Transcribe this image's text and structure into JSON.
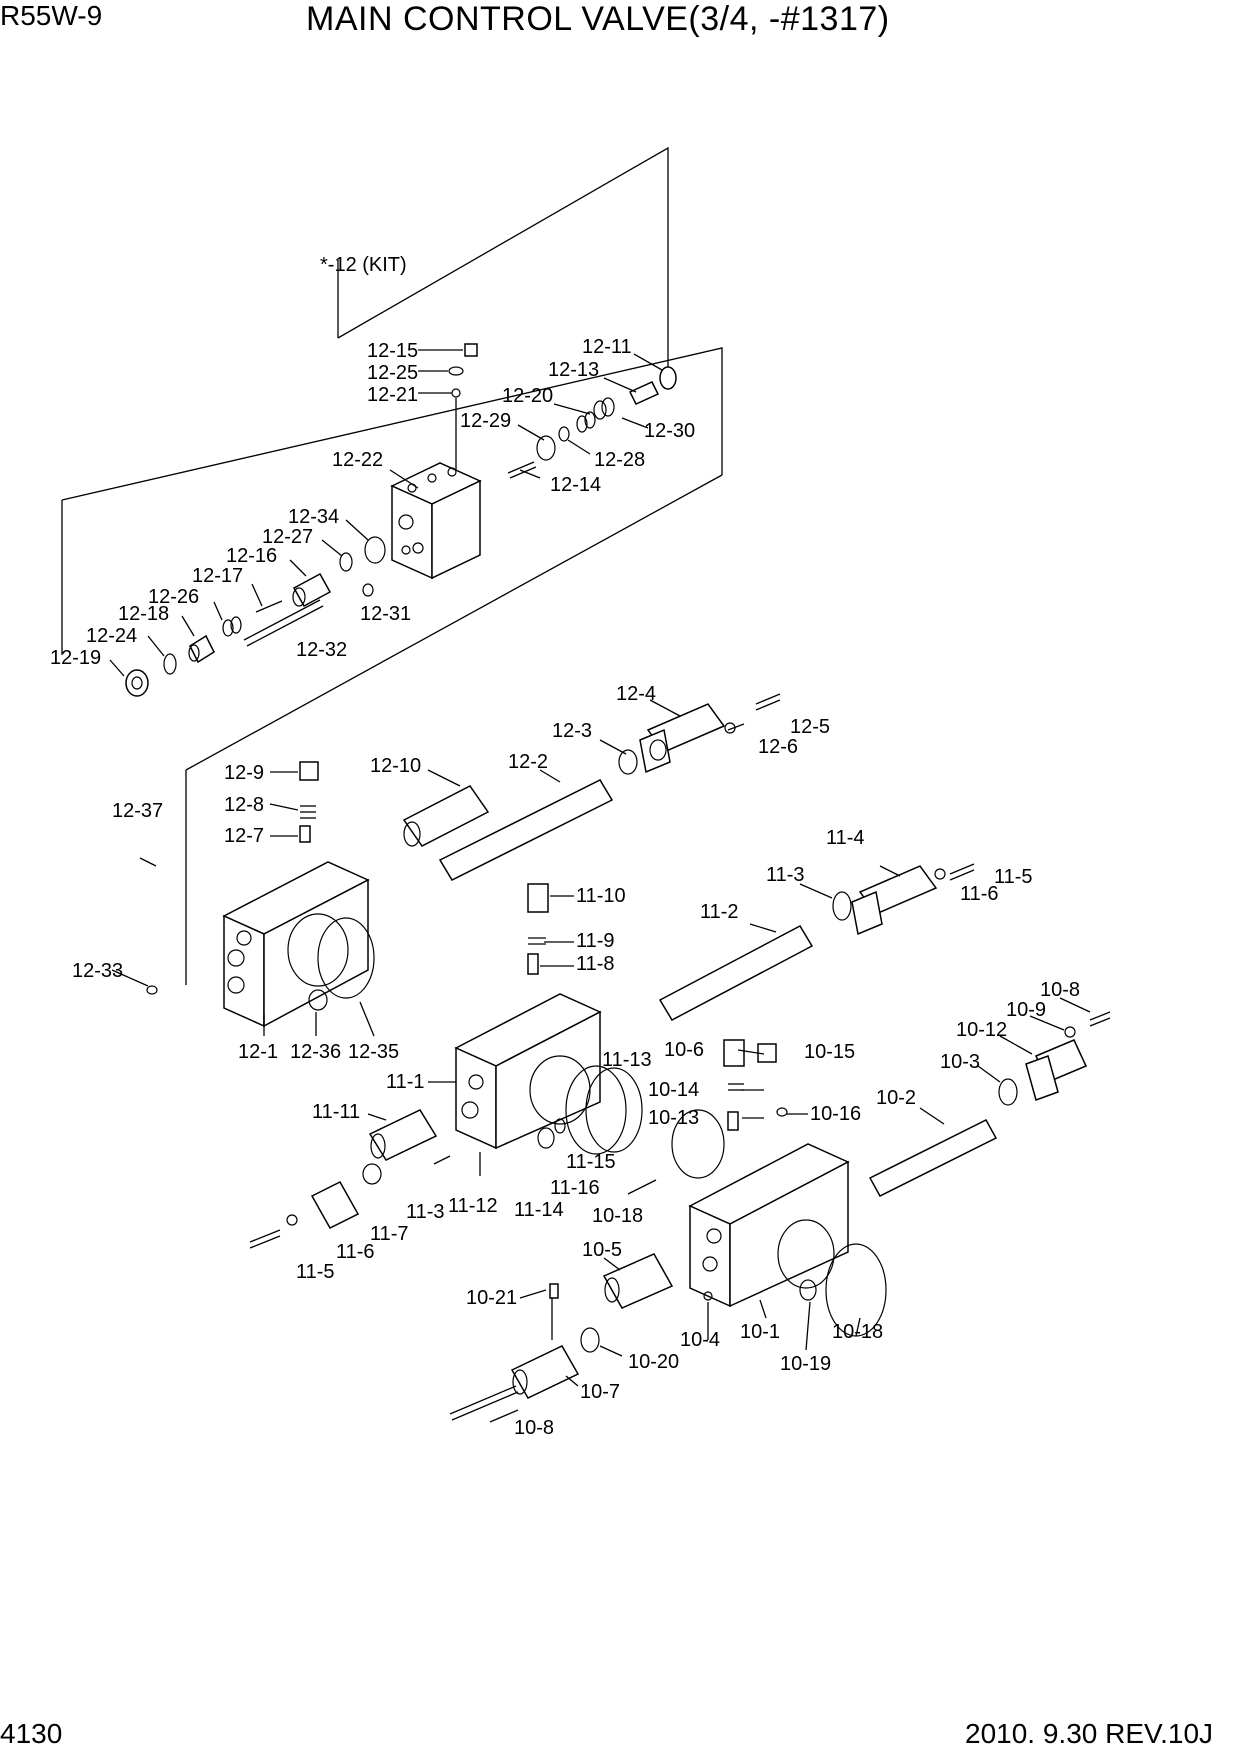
{
  "header": {
    "model": "R55W-9",
    "title": "MAIN CONTROL VALVE(3/4, -#1317)"
  },
  "footer": {
    "page_number": "4130",
    "revision": "2010. 9.30  REV.10J"
  },
  "callouts": [
    "*-12 (KIT)",
    "12-15",
    "12-25",
    "12-21",
    "12-11",
    "12-13",
    "12-20",
    "12-30",
    "12-29",
    "12-28",
    "12-22",
    "12-14",
    "12-34",
    "12-27",
    "12-16",
    "12-17",
    "12-26",
    "12-18",
    "12-31",
    "12-32",
    "12-24",
    "12-19",
    "12-4",
    "12-5",
    "12-3",
    "12-6",
    "12-2",
    "12-10",
    "12-9",
    "12-8",
    "12-7",
    "12-37",
    "12-33",
    "12-1",
    "12-36",
    "12-35",
    "11-4",
    "11-5",
    "11-3",
    "11-6",
    "11-10",
    "11-2",
    "11-9",
    "11-8",
    "11-13",
    "11-1",
    "11-11",
    "11-15",
    "11-16",
    "11-12",
    "11-14",
    "11-3",
    "11-7",
    "11-6",
    "11-5",
    "10-8",
    "10-9",
    "10-12",
    "10-3",
    "10-6",
    "10-15",
    "10-14",
    "10-13",
    "10-16",
    "10-2",
    "10-18",
    "10-5",
    "10-21",
    "10-4",
    "10-1",
    "10-18",
    "10-20",
    "10-19",
    "10-7",
    "10-8"
  ]
}
